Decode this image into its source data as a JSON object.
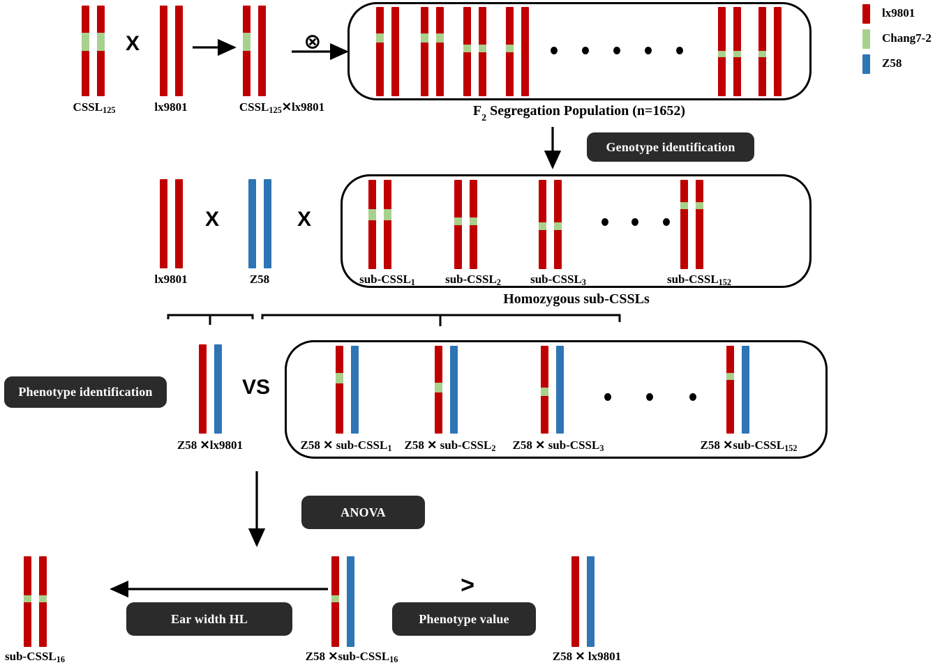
{
  "legend": {
    "items": [
      {
        "label": "lx9801",
        "color": "#C00000",
        "icon": "red-swatch"
      },
      {
        "label": "Chang7-2",
        "color": "#A9D18E",
        "icon": "green-swatch"
      },
      {
        "label": "Z58",
        "color": "#2E75B6",
        "icon": "blue-swatch"
      }
    ]
  },
  "colors": {
    "red": "#C00000",
    "green": "#A9D18E",
    "blue": "#2E75B6",
    "pill_bg": "#2b2b2b",
    "pill_text": "#ffffff",
    "ink": "#000000"
  },
  "row1": {
    "parent1_label": "CSSL125",
    "parent1_label_base": "CSSL",
    "parent1_label_sub": "125",
    "cross_symbol": "X",
    "parent2_label": "lx9801",
    "f1_label_base": "CSSL",
    "f1_label_sub": "125",
    "f1_label_tail": "✕lx9801",
    "selfing_symbol": "⊗",
    "population_caption_base": "F",
    "population_caption_sub": "2",
    "population_caption_tail": " Segregation Population (n=1652)"
  },
  "row2": {
    "pill_genotype": "Genotype identification",
    "parent_lx": "lx9801",
    "cross_symbol_1": "X",
    "parent_z58": "Z58",
    "cross_symbol_2": "X",
    "sub_cssl_labels": [
      {
        "base": "sub-CSSL",
        "sub": "1"
      },
      {
        "base": "sub-CSSL",
        "sub": "2"
      },
      {
        "base": "sub-CSSL",
        "sub": "3"
      },
      {
        "base": "sub-CSSL",
        "sub": "152"
      }
    ],
    "box_caption": "Homozygous sub-CSSLs"
  },
  "row3": {
    "pill_phenotype": "Phenotype identification",
    "control_label": "Z58 ✕lx9801",
    "vs_symbol": "VS",
    "hybrid_labels": [
      {
        "base": "Z58 ✕ sub-CSSL",
        "sub": "1"
      },
      {
        "base": "Z58 ✕ sub-CSSL",
        "sub": "2"
      },
      {
        "base": "Z58 ✕ sub-CSSL",
        "sub": "3"
      },
      {
        "base": "Z58 ✕sub-CSSL",
        "sub": "152"
      }
    ]
  },
  "row4": {
    "pill_anova": "ANOVA",
    "pill_ear_width": "Ear width HL",
    "pill_phenotype_value": "Phenotype value",
    "greater_than": ">",
    "result_label_base": "sub-CSSL",
    "result_label_sub": "16",
    "hybrid16_base": "Z58 ✕sub-CSSL",
    "hybrid16_sub": "16",
    "control_label": "Z58 ✕ lx9801"
  },
  "chromosome_sets": {
    "row1_cssl125": {
      "bars": [
        {
          "color": "red",
          "band": {
            "top": 0.3,
            "height": 0.2
          }
        },
        {
          "color": "red",
          "band": {
            "top": 0.3,
            "height": 0.2
          }
        }
      ]
    },
    "row1_lx9801": {
      "bars": [
        {
          "color": "red",
          "band": null
        },
        {
          "color": "red",
          "band": null
        }
      ]
    },
    "row1_f1": {
      "bars": [
        {
          "color": "red",
          "band": {
            "top": 0.3,
            "height": 0.2
          }
        },
        {
          "color": "red",
          "band": null
        }
      ]
    },
    "f2_individuals": [
      {
        "bars": [
          {
            "color": "red",
            "band": {
              "top": 0.3,
              "height": 0.1
            }
          },
          {
            "color": "red",
            "band": null
          }
        ]
      },
      {
        "bars": [
          {
            "color": "red",
            "band": {
              "top": 0.3,
              "height": 0.1
            }
          },
          {
            "color": "red",
            "band": {
              "top": 0.3,
              "height": 0.1
            }
          }
        ]
      },
      {
        "bars": [
          {
            "color": "red",
            "band": {
              "top": 0.42,
              "height": 0.09
            }
          },
          {
            "color": "red",
            "band": {
              "top": 0.42,
              "height": 0.09
            }
          }
        ]
      },
      {
        "bars": [
          {
            "color": "red",
            "band": {
              "top": 0.42,
              "height": 0.09
            }
          },
          {
            "color": "red",
            "band": null
          }
        ]
      },
      {
        "bars": [
          {
            "color": "red",
            "band": {
              "top": 0.49,
              "height": 0.07
            }
          },
          {
            "color": "red",
            "band": {
              "top": 0.49,
              "height": 0.07
            }
          }
        ]
      },
      {
        "bars": [
          {
            "color": "red",
            "band": {
              "top": 0.49,
              "height": 0.07
            }
          },
          {
            "color": "red",
            "band": null
          }
        ]
      }
    ],
    "f2_dot_count": 5,
    "sub_cssls": [
      {
        "bars": [
          {
            "color": "red",
            "band": {
              "top": 0.33,
              "height": 0.12
            }
          },
          {
            "color": "red",
            "band": {
              "top": 0.33,
              "height": 0.12
            }
          }
        ]
      },
      {
        "bars": [
          {
            "color": "red",
            "band": {
              "top": 0.42,
              "height": 0.09
            }
          },
          {
            "color": "red",
            "band": {
              "top": 0.42,
              "height": 0.09
            }
          }
        ]
      },
      {
        "bars": [
          {
            "color": "red",
            "band": {
              "top": 0.48,
              "height": 0.08
            }
          },
          {
            "color": "red",
            "band": {
              "top": 0.48,
              "height": 0.08
            }
          }
        ]
      },
      {
        "bars": [
          {
            "color": "red",
            "band": {
              "top": 0.25,
              "height": 0.08
            }
          },
          {
            "color": "red",
            "band": {
              "top": 0.25,
              "height": 0.08
            }
          }
        ]
      }
    ],
    "sub_cssl_dot_count": 3,
    "row3_control": {
      "bars": [
        {
          "color": "red",
          "band": null
        },
        {
          "color": "blue",
          "band": null
        }
      ]
    },
    "row3_hybrids": [
      {
        "bars": [
          {
            "color": "red",
            "band": {
              "top": 0.31,
              "height": 0.12
            }
          },
          {
            "color": "blue",
            "band": null
          }
        ]
      },
      {
        "bars": [
          {
            "color": "red",
            "band": {
              "top": 0.42,
              "height": 0.11
            }
          },
          {
            "color": "blue",
            "band": null
          }
        ]
      },
      {
        "bars": [
          {
            "color": "red",
            "band": {
              "top": 0.48,
              "height": 0.09
            }
          },
          {
            "color": "blue",
            "band": null
          }
        ]
      },
      {
        "bars": [
          {
            "color": "red",
            "band": {
              "top": 0.31,
              "height": 0.08
            }
          },
          {
            "color": "blue",
            "band": null
          }
        ]
      }
    ],
    "row3_dot_count": 3,
    "row4_result": {
      "bars": [
        {
          "color": "red",
          "band": {
            "top": 0.43,
            "height": 0.08
          }
        },
        {
          "color": "red",
          "band": {
            "top": 0.43,
            "height": 0.08
          }
        }
      ]
    },
    "row4_hybrid16": {
      "bars": [
        {
          "color": "red",
          "band": {
            "top": 0.43,
            "height": 0.08
          }
        },
        {
          "color": "blue",
          "band": null
        }
      ]
    },
    "row4_control": {
      "bars": [
        {
          "color": "red",
          "band": null
        },
        {
          "color": "blue",
          "band": null
        }
      ]
    }
  }
}
